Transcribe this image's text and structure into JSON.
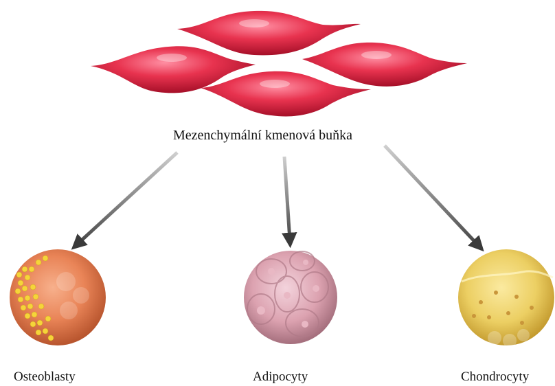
{
  "diagram": {
    "source_label": "Mezenchymální kmenová buňka",
    "outputs": [
      {
        "label": "Osteoblasty"
      },
      {
        "label": "Adipocyty"
      },
      {
        "label": "Chondrocyty"
      }
    ]
  }
}
